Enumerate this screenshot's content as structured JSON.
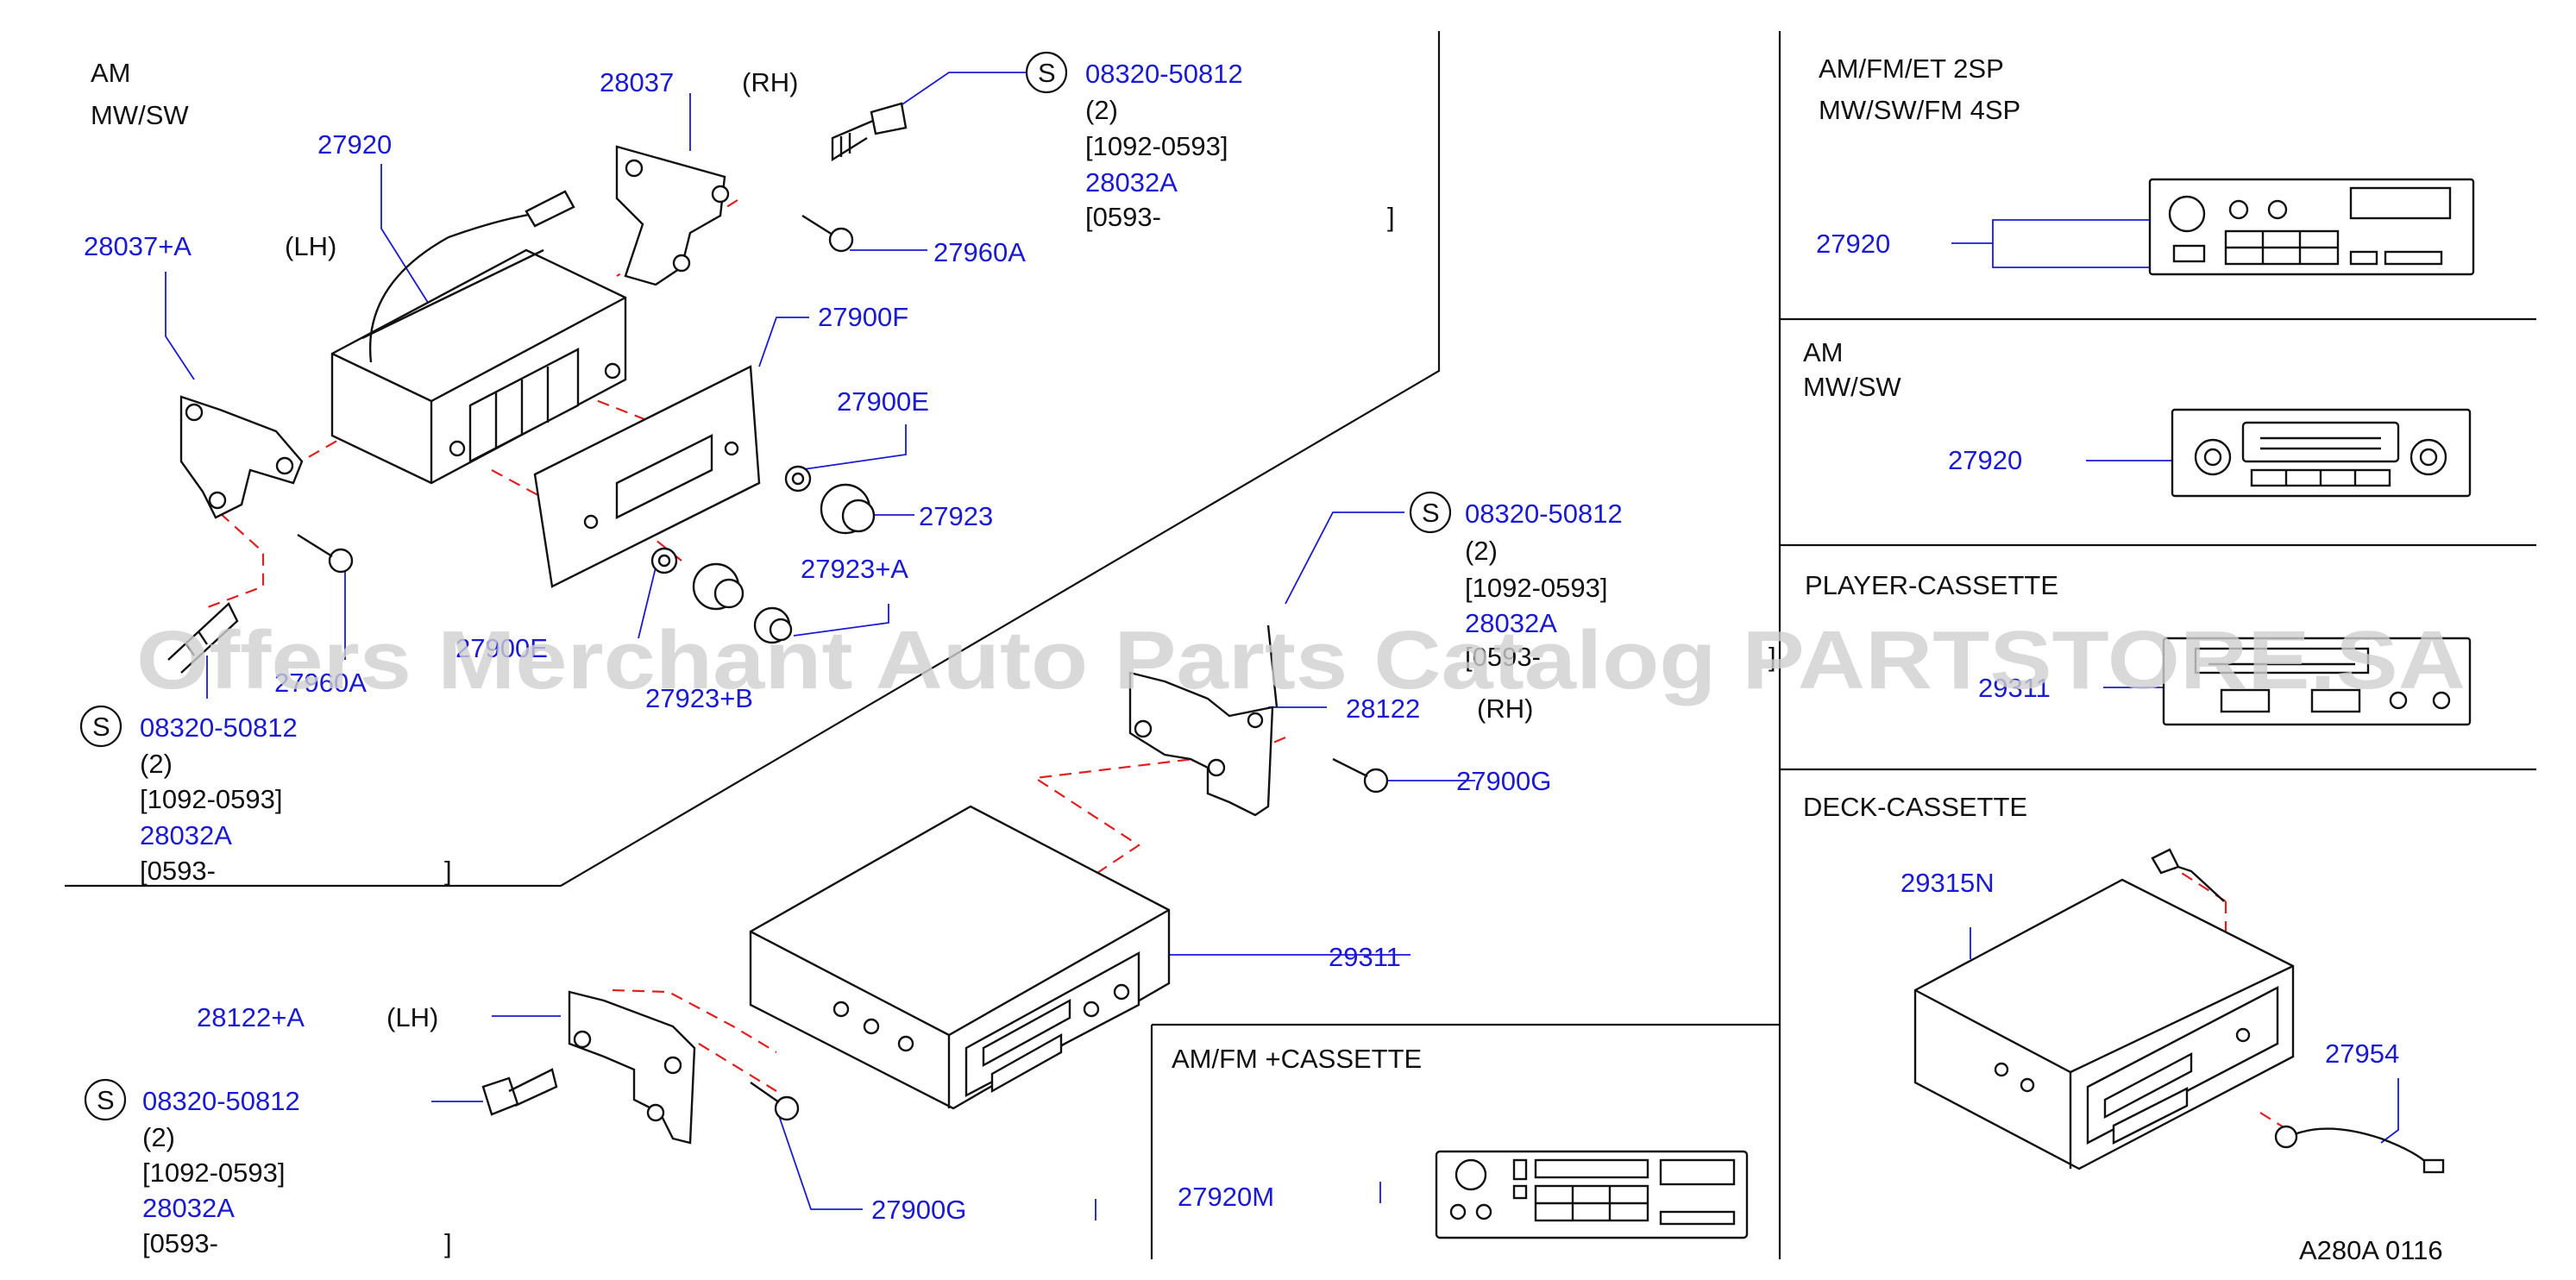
{
  "labels": {
    "am_mwsw_title_1": "AM",
    "am_mwsw_title_2": "MW/SW",
    "p28037": "28037",
    "rh_1": "(RH)",
    "s_1": "S",
    "p08320_1": "08320-50812",
    "qty_1": "(2)",
    "date_1": "[1092-0593]",
    "p28032a_1": "28032A",
    "date_new_1": "[0593-",
    "bracket_1": "]",
    "p27920": "27920",
    "p28037a": "28037+A",
    "lh_1": "(LH)",
    "p27960a_1": "27960A",
    "p27900f": "27900F",
    "p27900e": "27900E",
    "p27923": "27923",
    "p27923a": "27923+A",
    "p27960a_2": "27960A",
    "p27900e_2": "27900E",
    "p27923b": "27923+B",
    "s_2": "S",
    "p08320_2": "08320-50812",
    "qty_2": "(2)",
    "date_2": "[1092-0593]",
    "p28032a_2": "28032A",
    "date_new_2": "[0593-",
    "bracket_2": "]",
    "s_3": "S",
    "p08320_3": "08320-50812",
    "qty_3": "(2)",
    "date_3": "[1092-0593]",
    "p28032a_3": "28032A",
    "date_new_3": "[0593-",
    "bracket_3": "]",
    "p28122": "28122",
    "rh_2": "(RH)",
    "p27900g_1": "27900G",
    "p29311": "29311",
    "p28122a": "28122+A",
    "lh_2": "(LH)",
    "s_4": "S",
    "p08320_4": "08320-50812",
    "qty_4": "(2)",
    "date_4": "[1092-0593]",
    "p28032a_4": "28032A",
    "date_new_4": "[0593-",
    "bracket_4": "]",
    "p27900g_2": "27900G",
    "amfm_cass_title": "AM/FM   +CASSETTE",
    "p27920m": "27920M",
    "panel1_title_1": "AM/FM/ET   2SP",
    "panel1_title_2": "MW/SW/FM   4SP",
    "panel1_part": "27920",
    "panel2_title_1": "AM",
    "panel2_title_2": "MW/SW",
    "panel2_part": "27920",
    "panel3_title": "PLAYER-CASSETTE",
    "panel3_part": "29311",
    "panel4_title": "DECK-CASSETTE",
    "panel4_part_1": "29315N",
    "panel4_part_2": "27954",
    "diagram_code": "A280A   0116"
  },
  "watermark": "Offers Merchant Auto Parts Catalog PARTSTORE.SA",
  "colors": {
    "part_number": "#1a1ad4",
    "text": "#111111",
    "dashed_guide": "#e02020",
    "watermark": "#cfcfcf"
  }
}
